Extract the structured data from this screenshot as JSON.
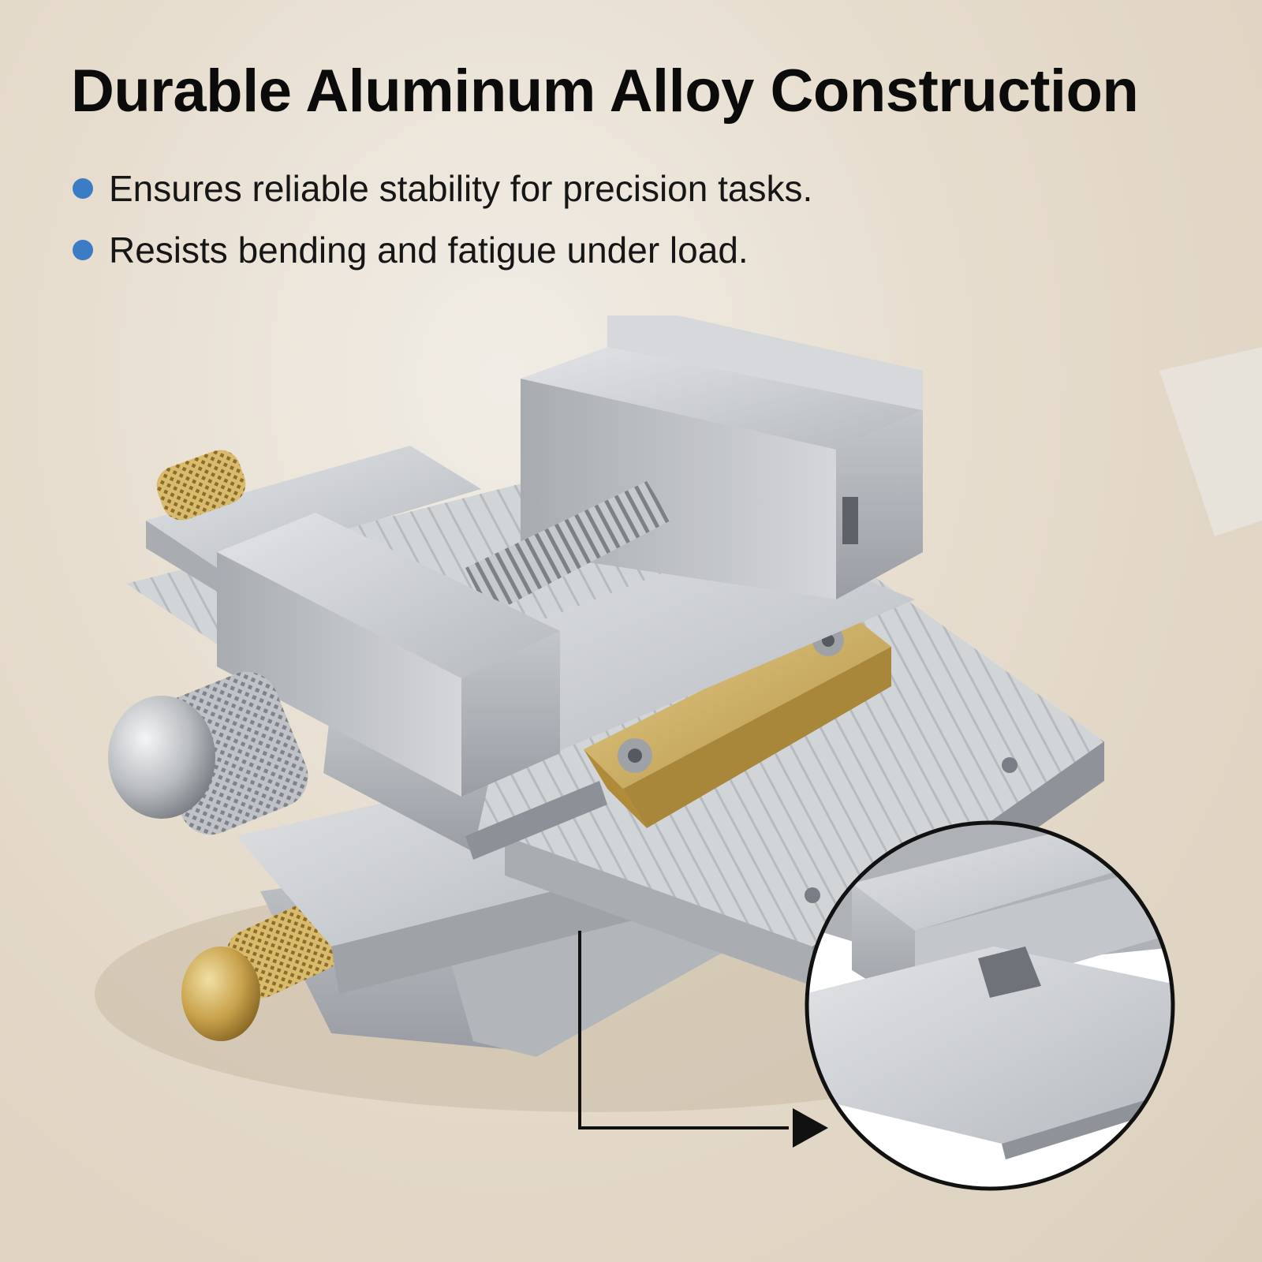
{
  "headline": "Durable Aluminum Alloy Construction",
  "bullets": [
    {
      "text": "Ensures reliable stability for precision tasks."
    },
    {
      "text": "Resists bending and fatigue under load."
    }
  ],
  "colors": {
    "bullet_dot": "#3b7cc4",
    "headline_text": "#0b0b0b",
    "background": "#e6dccd",
    "aluminum": "#c9ccd0",
    "brass": "#c8a85a"
  },
  "icons": [
    "bullet-dot-icon",
    "arrow-right-icon"
  ]
}
